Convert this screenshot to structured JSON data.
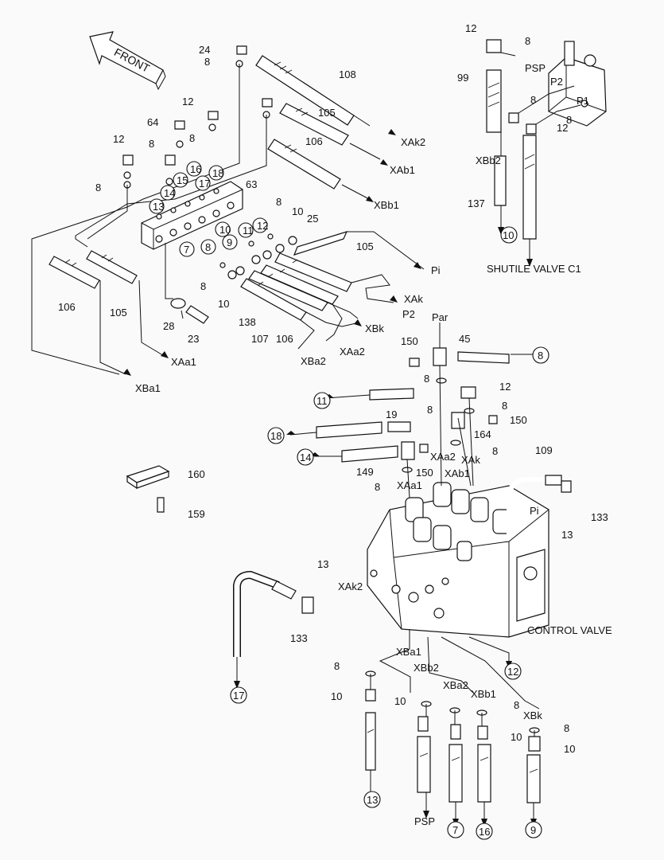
{
  "labels": {
    "front": "FRONT",
    "shuttle_valve": "SHUTILE VALVE C1",
    "control_valve": "CONTROL VALVE",
    "n24": "24",
    "n8a": "8",
    "n108": "108",
    "n12a": "12",
    "n105a": "105",
    "n8b": "8",
    "n106a": "106",
    "n64": "64",
    "n8c": "8",
    "n12b": "12",
    "n16": "16",
    "n15": "15",
    "n14": "14",
    "n13": "13",
    "n17": "17",
    "n18": "18",
    "n63": "63",
    "n8d": "8",
    "XAk2": "XAk2",
    "XAb1": "XAb1",
    "XBb1": "XBb1",
    "n12c": "12",
    "n8e": "8",
    "n99": "99",
    "PSP": "PSP",
    "P2": "P2",
    "P1": "P1",
    "n8f": "8",
    "n8g": "8",
    "n12d": "12",
    "XBb2": "XBb2",
    "n137": "137",
    "c10": "10",
    "n12e": "12",
    "n8h": "8",
    "n10a": "10",
    "n25": "25",
    "n11": "11",
    "n10b": "10",
    "n9": "9",
    "n8i": "8",
    "n7": "7",
    "n105b": "105",
    "Pi": "Pi",
    "XAk": "XAk",
    "P2b": "P2",
    "n8j": "8",
    "n10c": "10",
    "n106b": "106",
    "n105c": "105",
    "n28": "28",
    "n23": "23",
    "n138": "138",
    "n107": "107",
    "n106c": "106",
    "XBk": "XBk",
    "XAa2": "XAa2",
    "XBa2": "XBa2",
    "XAa1": "XAa1",
    "XBa1": "XBa1",
    "Par": "Par",
    "n150a": "150",
    "n45": "45",
    "c8": "8",
    "n8k": "8",
    "c11": "11",
    "n12f": "12",
    "n8l": "8",
    "n19": "19",
    "n8m": "8",
    "n150b": "150",
    "c18": "18",
    "n164": "164",
    "c14": "14",
    "n8n": "8",
    "n149": "149",
    "XAa2b": "XAa2",
    "XAk3": "XAk",
    "n150c": "150",
    "n8o": "8",
    "XAa1b": "XAa1",
    "XAb1b": "XAb1",
    "n109": "109",
    "Pi2": "Pi",
    "n133a": "133",
    "n13b": "13",
    "n160": "160",
    "n159": "159",
    "n13c": "13",
    "XAk2b": "XAk2",
    "n133b": "133",
    "c17": "17",
    "c12": "12",
    "n8p": "8",
    "XBa1b": "XBa1",
    "XBb2b": "XBb2",
    "n10d": "10",
    "XBa2b": "XBa2",
    "XBb1b": "XBb1",
    "n10e": "10",
    "n8q": "8",
    "XBkb": "XBk",
    "n8r": "8",
    "n10f": "10",
    "n10g": "10",
    "c13": "13",
    "PSPb": "PSP",
    "c7": "7",
    "c16": "16",
    "c9": "9"
  }
}
